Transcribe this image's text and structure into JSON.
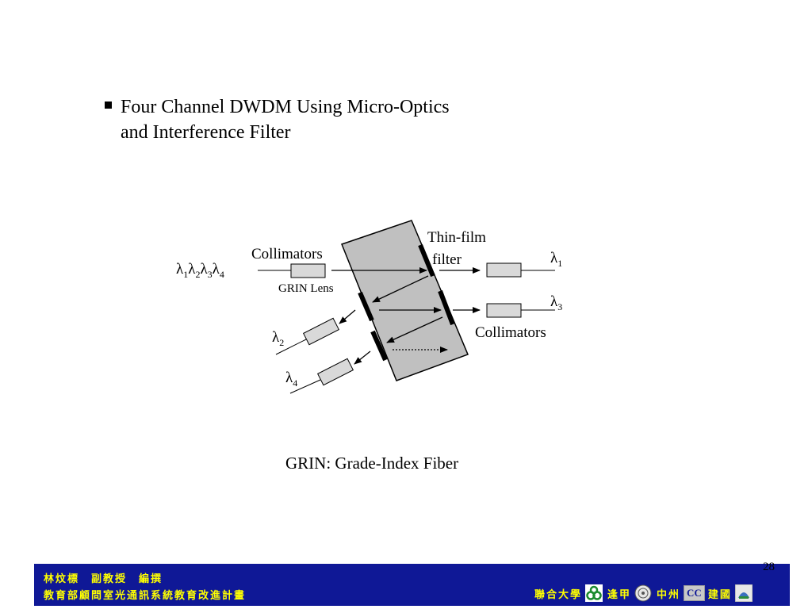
{
  "slide": {
    "bullet_line1": "Four Channel DWDM Using Micro-Optics",
    "bullet_line2": "and Interference Filter",
    "caption": "GRIN: Grade-Index Fiber"
  },
  "diagram": {
    "input_label": {
      "lam": "λ",
      "s1": "1",
      "s2": "2",
      "s3": "3",
      "s4": "4"
    },
    "collimators_top": "Collimators",
    "grin_lens": "GRIN Lens",
    "thin_film_line1": "Thin-film",
    "thin_film_line2": "filter",
    "out_lambda1": {
      "lam": "λ",
      "sub": "1"
    },
    "out_lambda3": {
      "lam": "λ",
      "sub": "3"
    },
    "out_lambda2": {
      "lam": "λ",
      "sub": "2"
    },
    "out_lambda4": {
      "lam": "λ",
      "sub": "4"
    },
    "collimators_right": "Collimators"
  },
  "footer": {
    "page_number": "28",
    "author": "林炆標　副教授　編撰",
    "project": "教育部顧問室光通訊系統教育改進計畫",
    "partner_union": "聯合大學",
    "partner_fengchia": "逢甲",
    "partner_chungchou": "中州",
    "partner_cc_badge": "CC",
    "partner_chienkuo": "建國",
    "colors": {
      "bar": "#0f1896",
      "text": "#ffff00"
    }
  }
}
